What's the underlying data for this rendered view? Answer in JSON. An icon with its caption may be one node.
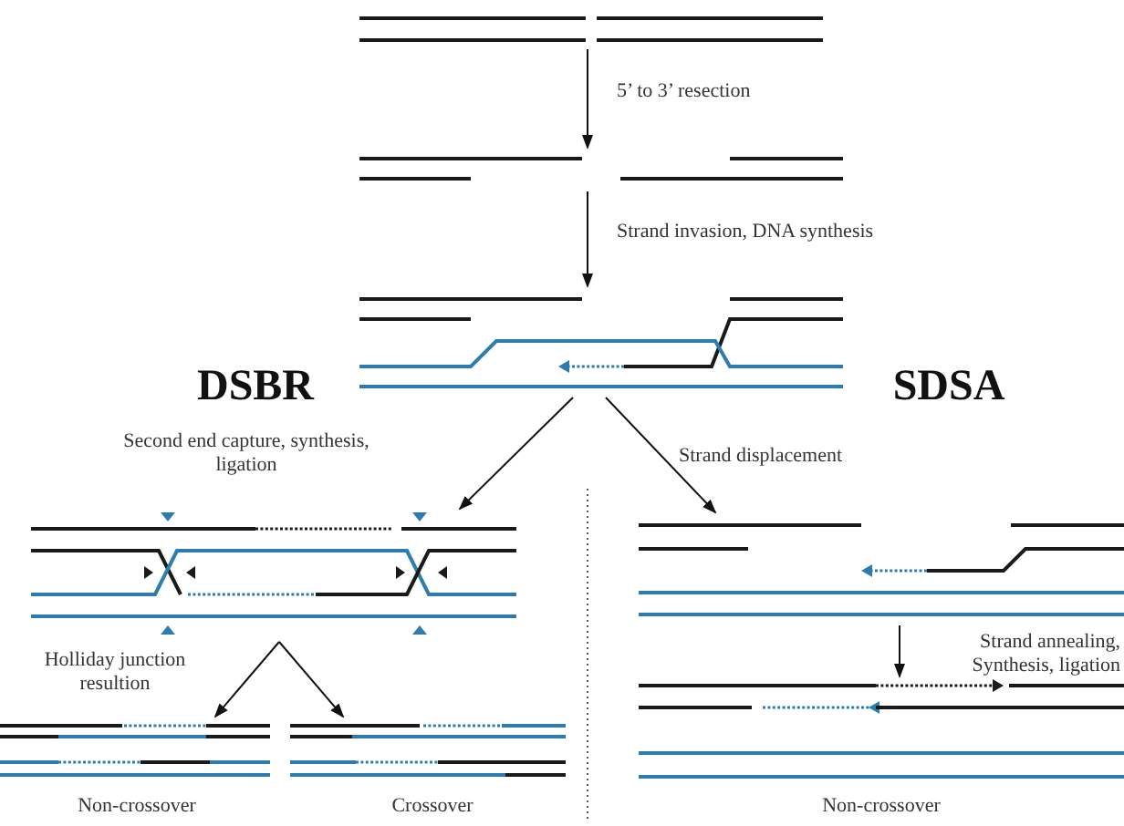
{
  "diagram": {
    "nodes": [
      {
        "text": [],
        "shape": "picture"
      },
      {
        "text": [],
        "shape": "picture"
      },
      {
        "text": [],
        "shape": "picture"
      },
      {
        "text": [],
        "shape": "picture"
      },
      {
        "text": [],
        "shape": "picture"
      },
      {
        "text": [],
        "shape": "picture"
      },
      {
        "text": [],
        "shape": "picture"
      },
      {
        "text": [],
        "shape": "picture"
      }
    ],
    "edges": [
      {
        "from": 0,
        "to": 1,
        "arrow": "to",
        "label": "5’ to 3’ resection"
      },
      {
        "from": 1,
        "to": 2,
        "arrow": "to",
        "label": "Strand invasion, DNA synthesis"
      },
      {
        "from": 2,
        "to": 3,
        "arrow": "to",
        "label": "Second end capture, synthesis, ligation"
      },
      {
        "from": 2,
        "to": 4,
        "arrow": "to",
        "label": "Strand displacement"
      },
      {
        "from": 4,
        "to": 5,
        "arrow": "to",
        "label": "Strand annealing, Synthesis, ligation"
      },
      {
        "from": 3,
        "to": 6,
        "arrow": "to"
      },
      {
        "from": 3,
        "to": 7,
        "arrow": "to"
      }
    ],
    "labels": [
      "DSBR",
      "SDSA",
      "Holliday junction resultion",
      "Non-crossover",
      "Crossover",
      "Non-crossover"
    ]
  }
}
